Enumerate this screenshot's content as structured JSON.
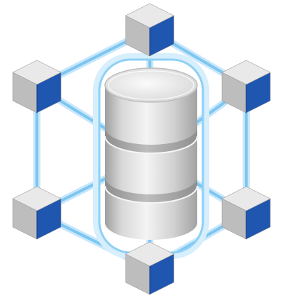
{
  "illustration": {
    "subject": "database-network",
    "colors": {
      "background": "#ffffff",
      "link_glow": "#c9e7fb",
      "link_line": "#7cc6f0",
      "cylinder_light": "#f2f2f2",
      "cylinder_mid": "#d6d6d6",
      "cylinder_dark": "#a9a9a9",
      "cube_top": "#e9e9e9",
      "cube_left": "#bdbdbd",
      "cube_right": "#1e56b0",
      "cube_right_dark": "#163f86"
    },
    "node_count": 6,
    "cylinder_segments": 3
  }
}
